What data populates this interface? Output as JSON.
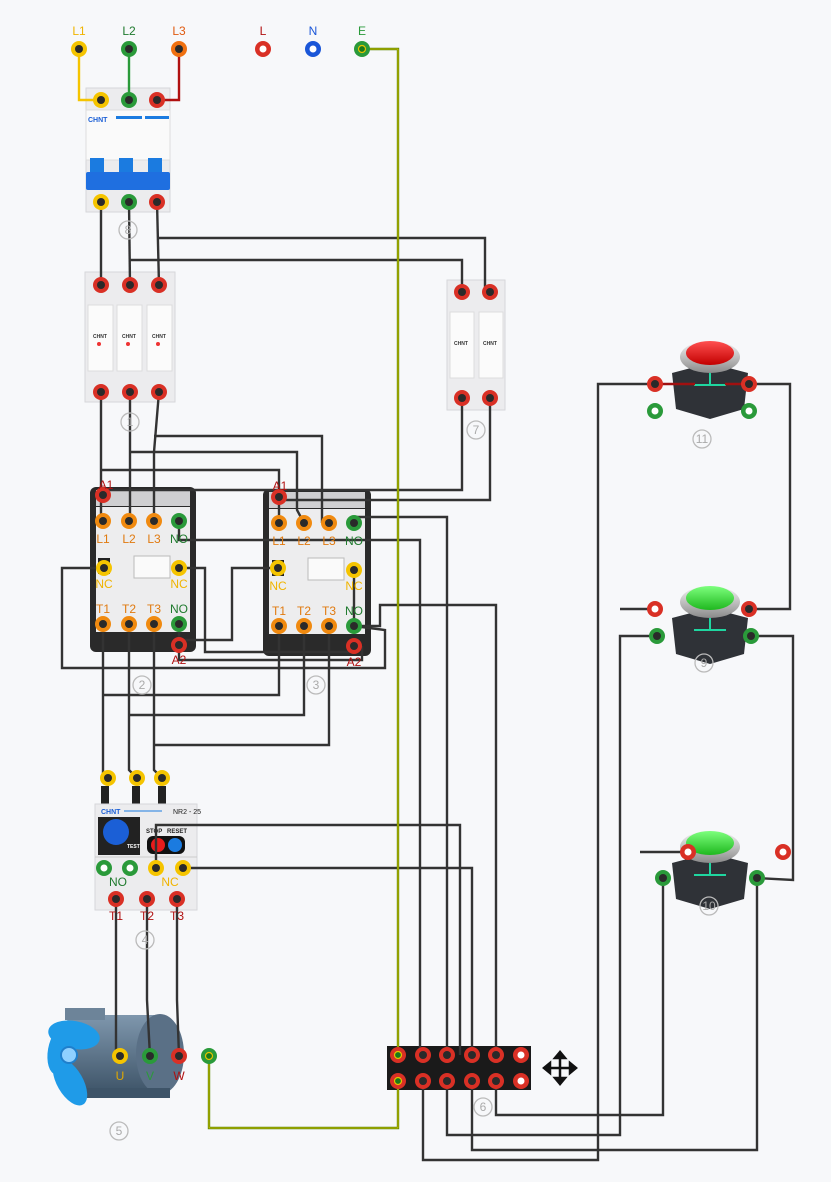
{
  "supply": {
    "labels": [
      "L1",
      "L2",
      "L3",
      "L",
      "N",
      "E"
    ]
  },
  "component_numbers": {
    "fuse3": "1",
    "contactor_a": "2",
    "contactor_b": "3",
    "overload": "4",
    "motor": "5",
    "terminal_block": "6",
    "fuse2": "7",
    "breaker": "8",
    "button_start2": "9",
    "button_start1": "10",
    "button_stop": "11"
  },
  "brand": "CHNT",
  "contactor": {
    "l1": "L1",
    "l2": "L2",
    "l3": "L3",
    "no": "NO",
    "nc": "NC",
    "t1": "T1",
    "t2": "T2",
    "t3": "T3",
    "a1": "A1",
    "a2": "A2"
  },
  "overload": {
    "model": "NR2 - 25",
    "stop": "STOP",
    "reset": "RESET",
    "test": "TEST",
    "no": "NO",
    "nc": "NC",
    "t1": "T1",
    "t2": "T2",
    "t3": "T3"
  },
  "motor": {
    "u": "U",
    "v": "V",
    "w": "W"
  },
  "colors": {
    "l1": "#f5c400",
    "l2": "#2a9a3a",
    "l3": "#e05a10",
    "red_terminal": "#d93025",
    "neutral": "#1a56d8",
    "stop_button": "#e81c1c",
    "start_button": "#2fd22f",
    "wire": "#333333",
    "earth": "#5a8a00"
  },
  "icons": {
    "move": "move-arrows-icon",
    "fan": "fan-icon"
  }
}
